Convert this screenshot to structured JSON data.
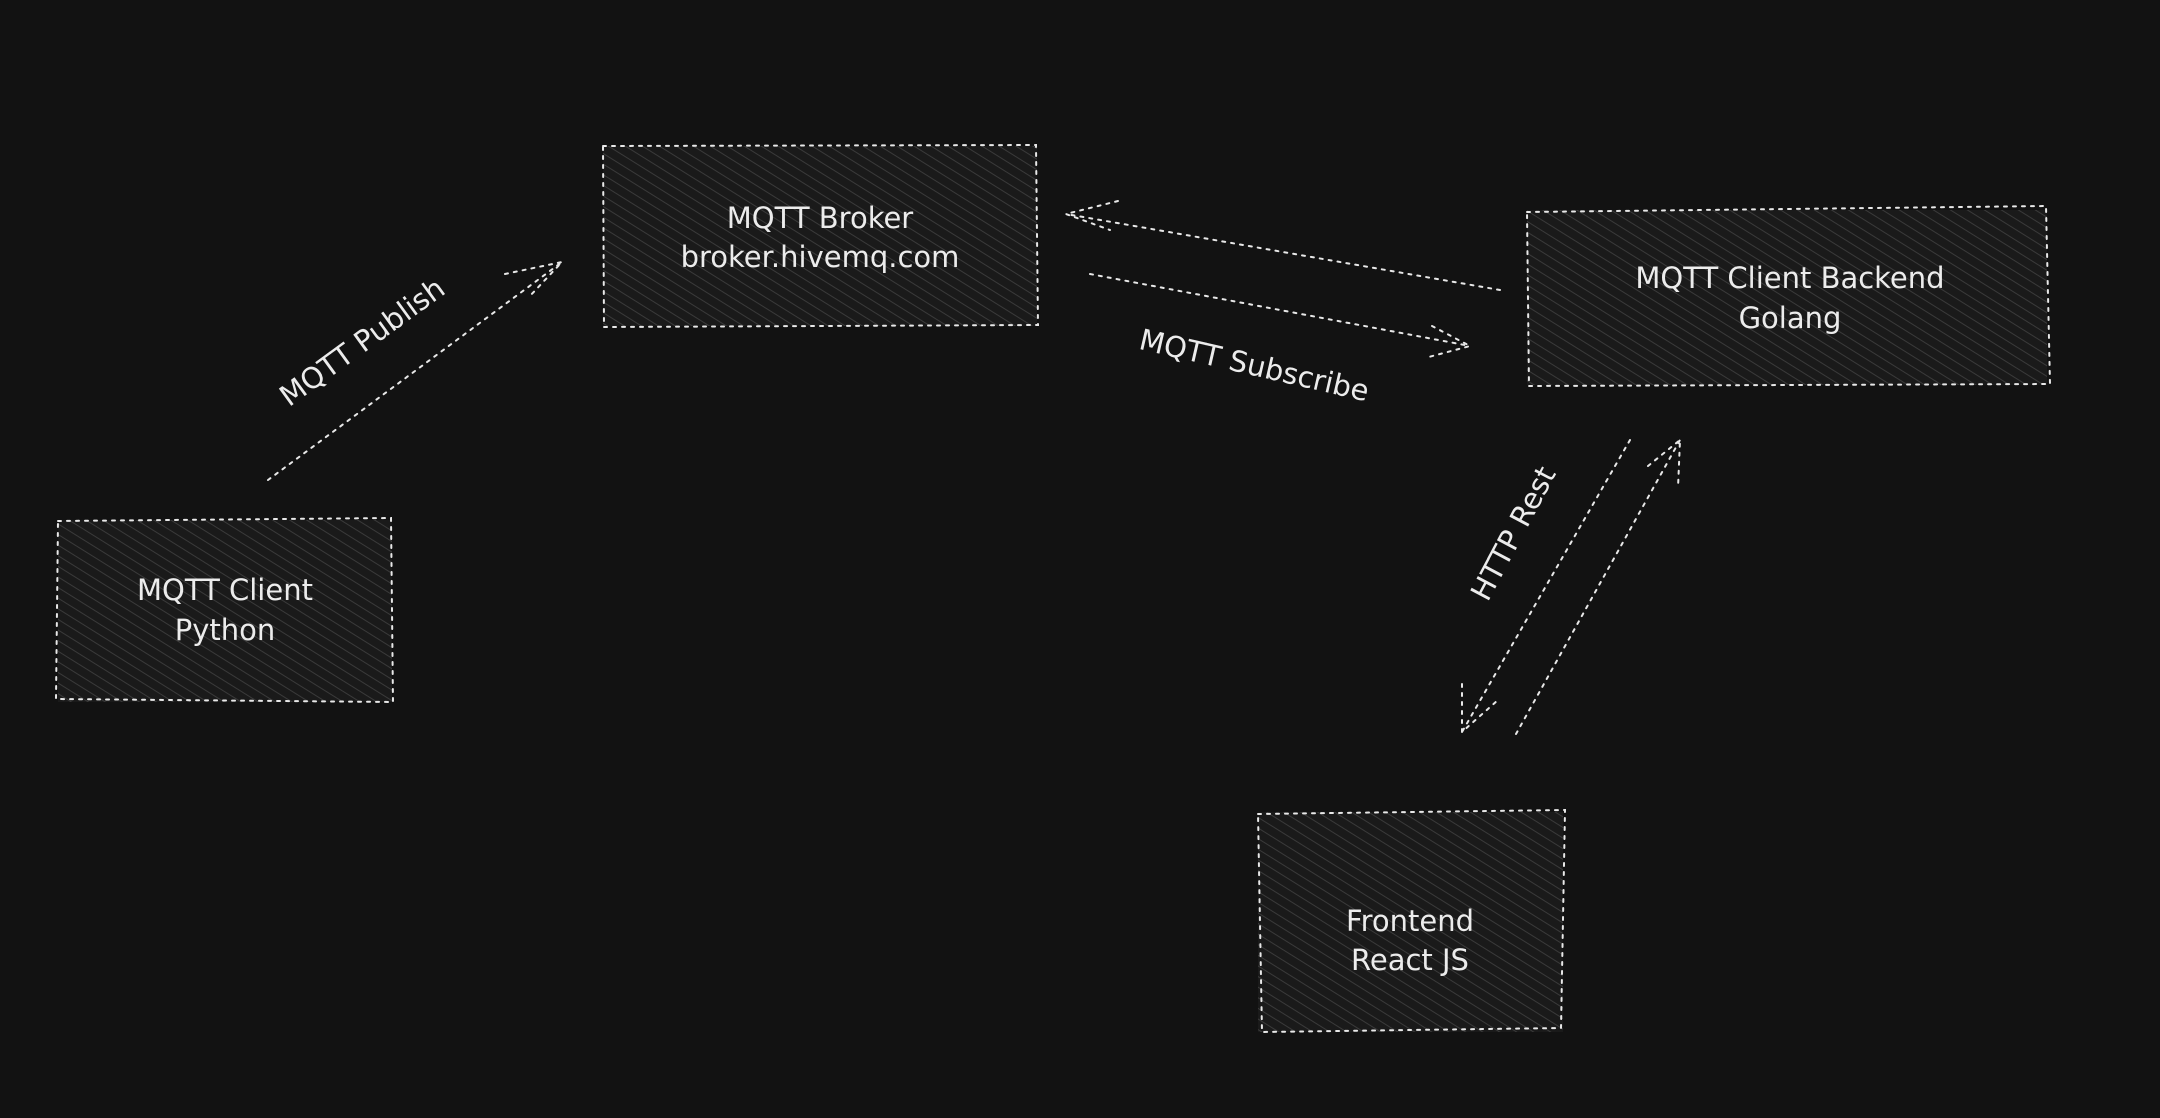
{
  "nodes": {
    "broker": {
      "line1": "MQTT Broker",
      "line2": "broker.hivemq.com"
    },
    "python_client": {
      "line1": "MQTT Client",
      "line2": "Python"
    },
    "backend": {
      "line1": "MQTT Client Backend",
      "line2": "Golang"
    },
    "frontend": {
      "line1": "Frontend",
      "line2": "React JS"
    }
  },
  "edges": {
    "publish": {
      "label": "MQTT Publish"
    },
    "subscribe": {
      "label": "MQTT Subscribe"
    },
    "http": {
      "label": "HTTP Rest"
    }
  },
  "colors": {
    "background": "#121212",
    "stroke": "#e8e8e8",
    "text": "#ececec"
  }
}
